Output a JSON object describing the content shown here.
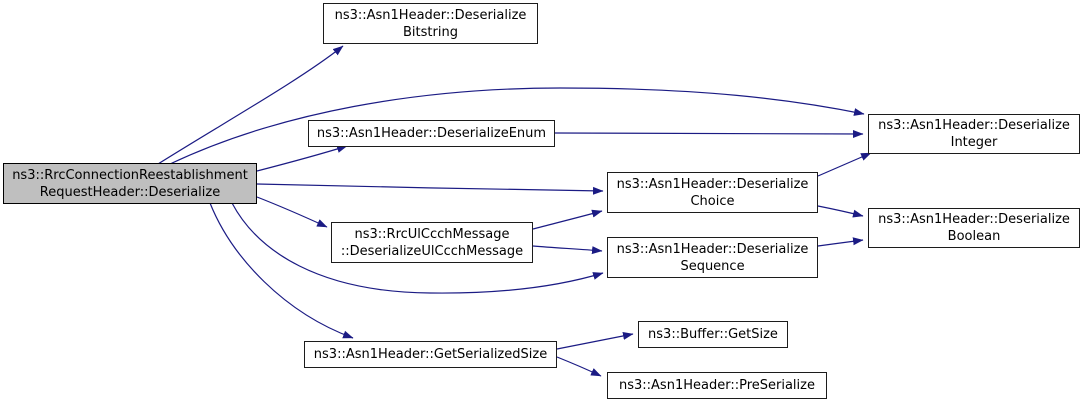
{
  "diagram_type": "call-graph",
  "colors": {
    "background": "#ffffff",
    "edge": "#1b1b84",
    "node_fill": "#ffffff",
    "node_border": "#1c1c1c",
    "focus_node_fill": "#bfbfbf",
    "text": "#000000"
  },
  "nodes": [
    {
      "id": "deserialize",
      "line1": "ns3::RrcConnectionReestablishment",
      "line2": "RequestHeader::Deserialize",
      "focus": true
    },
    {
      "id": "deserialize-bitstring",
      "line1": "ns3::Asn1Header::Deserialize",
      "line2": "Bitstring"
    },
    {
      "id": "deserialize-enum",
      "line1": "ns3::Asn1Header::DeserializeEnum"
    },
    {
      "id": "deserialize-integer",
      "line1": "ns3::Asn1Header::Deserialize",
      "line2": "Integer"
    },
    {
      "id": "deserialize-choice",
      "line1": "ns3::Asn1Header::Deserialize",
      "line2": "Choice"
    },
    {
      "id": "deserialize-ulccch-message",
      "line1": "ns3::RrcUlCcchMessage",
      "line2": "::DeserializeUlCcchMessage"
    },
    {
      "id": "deserialize-sequence",
      "line1": "ns3::Asn1Header::Deserialize",
      "line2": "Sequence"
    },
    {
      "id": "deserialize-boolean",
      "line1": "ns3::Asn1Header::Deserialize",
      "line2": "Boolean"
    },
    {
      "id": "get-serialized-size",
      "line1": "ns3::Asn1Header::GetSerializedSize"
    },
    {
      "id": "buffer-get-size",
      "line1": "ns3::Buffer::GetSize"
    },
    {
      "id": "pre-serialize",
      "line1": "ns3::Asn1Header::PreSerialize"
    }
  ],
  "edges": [
    {
      "from": "deserialize",
      "to": "deserialize-bitstring"
    },
    {
      "from": "deserialize",
      "to": "deserialize-integer"
    },
    {
      "from": "deserialize",
      "to": "deserialize-enum"
    },
    {
      "from": "deserialize",
      "to": "deserialize-choice"
    },
    {
      "from": "deserialize",
      "to": "deserialize-ulccch-message"
    },
    {
      "from": "deserialize",
      "to": "deserialize-sequence"
    },
    {
      "from": "deserialize",
      "to": "get-serialized-size"
    },
    {
      "from": "deserialize-enum",
      "to": "deserialize-integer"
    },
    {
      "from": "deserialize-choice",
      "to": "deserialize-integer"
    },
    {
      "from": "deserialize-choice",
      "to": "deserialize-boolean"
    },
    {
      "from": "deserialize-ulccch-message",
      "to": "deserialize-choice"
    },
    {
      "from": "deserialize-ulccch-message",
      "to": "deserialize-sequence"
    },
    {
      "from": "deserialize-sequence",
      "to": "deserialize-boolean"
    },
    {
      "from": "get-serialized-size",
      "to": "buffer-get-size"
    },
    {
      "from": "get-serialized-size",
      "to": "pre-serialize"
    }
  ]
}
